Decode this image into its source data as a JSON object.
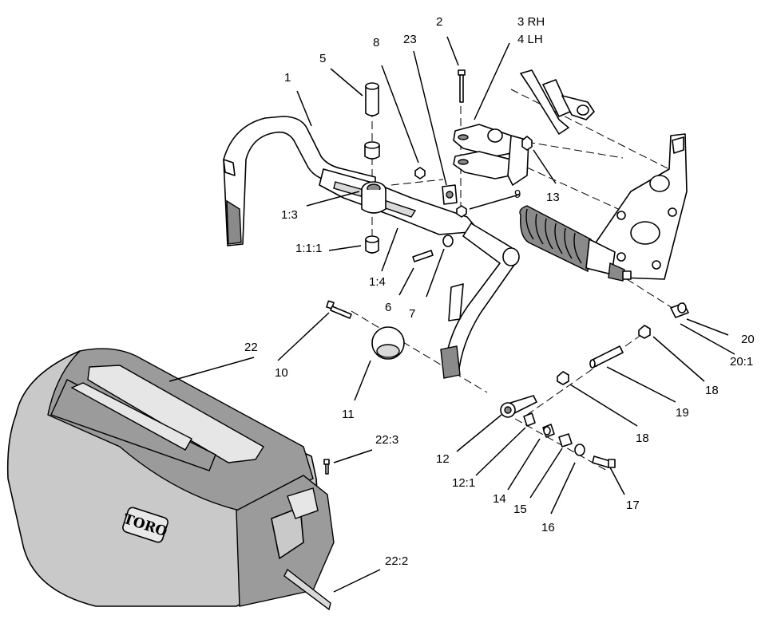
{
  "callouts": [
    {
      "id": "c1",
      "text": "1"
    },
    {
      "id": "c2",
      "text": "2"
    },
    {
      "id": "c3",
      "text": "3 RH"
    },
    {
      "id": "c4",
      "text": "4 LH"
    },
    {
      "id": "c5",
      "text": "5"
    },
    {
      "id": "c8",
      "text": "8"
    },
    {
      "id": "c23",
      "text": "23"
    },
    {
      "id": "c9",
      "text": "9"
    },
    {
      "id": "c13",
      "text": "13"
    },
    {
      "id": "c1_3",
      "text": "1:3"
    },
    {
      "id": "c1_1_1",
      "text": "1:1:1"
    },
    {
      "id": "c1_4",
      "text": "1:4"
    },
    {
      "id": "c6",
      "text": "6"
    },
    {
      "id": "c7",
      "text": "7"
    },
    {
      "id": "c10",
      "text": "10"
    },
    {
      "id": "c11",
      "text": "11"
    },
    {
      "id": "c22",
      "text": "22"
    },
    {
      "id": "c12",
      "text": "12"
    },
    {
      "id": "c12_1",
      "text": "12:1"
    },
    {
      "id": "c14",
      "text": "14"
    },
    {
      "id": "c15",
      "text": "15"
    },
    {
      "id": "c16",
      "text": "16"
    },
    {
      "id": "c17",
      "text": "17"
    },
    {
      "id": "c18a",
      "text": "18"
    },
    {
      "id": "c18b",
      "text": "18"
    },
    {
      "id": "c19",
      "text": "19"
    },
    {
      "id": "c20",
      "text": "20"
    },
    {
      "id": "c20_1",
      "text": "20:1"
    },
    {
      "id": "c22_3",
      "text": "22:3"
    },
    {
      "id": "c22_2",
      "text": "22:2"
    }
  ],
  "hood_logo": "TORO"
}
